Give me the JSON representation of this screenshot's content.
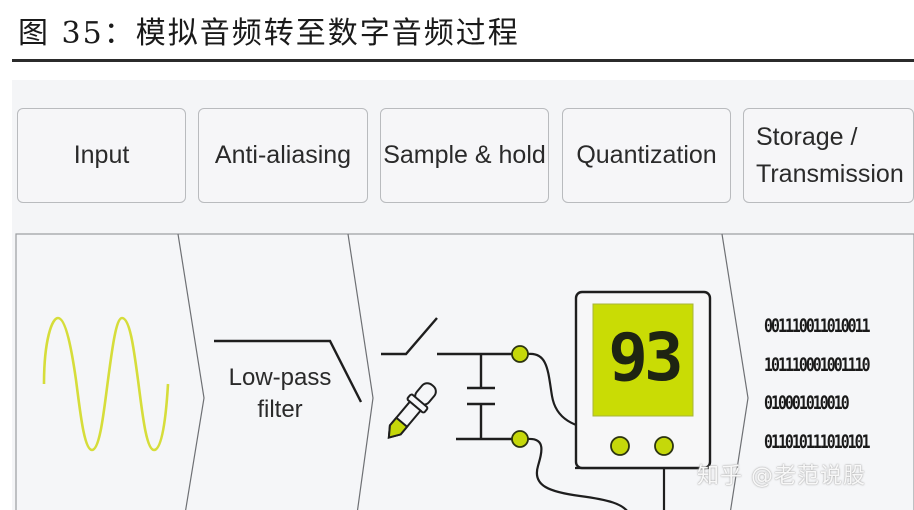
{
  "header": {
    "title": "图 35：模拟音频转至数字音频过程"
  },
  "stages": [
    {
      "label": "Input"
    },
    {
      "label": "Anti-aliasing"
    },
    {
      "label": "Sample & hold"
    },
    {
      "label": "Quantization"
    },
    {
      "label": "Storage / Transmission",
      "line1": "Storage /",
      "line2": "Transmission"
    }
  ],
  "diagram": {
    "input": {
      "icon": "sine-wave-icon",
      "color": "#d8df3c"
    },
    "anti_aliasing": {
      "line1": "Low-pass",
      "line2": "filter"
    },
    "sample_hold": {
      "icons": [
        "switch-icon",
        "capacitor-icon",
        "pipette-icon"
      ]
    },
    "quantization": {
      "display_value": "93",
      "lcd_color": "#c9dc05"
    },
    "storage": {
      "binary_rows": [
        "001110011010011",
        "101110001001110",
        "010001010010",
        "011010111010101"
      ]
    },
    "accent_color": "#c5d80a"
  },
  "watermark": {
    "text": "知乎 @老范说股"
  }
}
